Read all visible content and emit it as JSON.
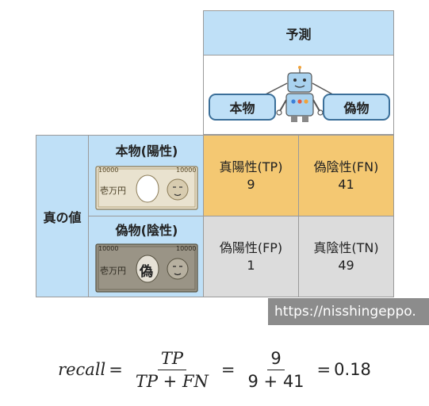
{
  "header": {
    "predict_label": "予測"
  },
  "predict_bubbles": {
    "left": "本物",
    "right": "偽物"
  },
  "truth_label": "真の値",
  "rows": [
    {
      "label": "本物(陽性)",
      "bill_text": "10000",
      "bill_kanji": "壱万円",
      "bill_mark": ""
    },
    {
      "label": "偽物(陰性)",
      "bill_text": "10000",
      "bill_kanji": "壱万円",
      "bill_mark": "偽"
    }
  ],
  "matrix": {
    "tp": {
      "label": "真陽性(TP)",
      "value": "9"
    },
    "fn": {
      "label": "偽陰性(FN)",
      "value": "41"
    },
    "fp": {
      "label": "偽陽性(FP)",
      "value": "1"
    },
    "tn": {
      "label": "真陰性(TN)",
      "value": "49"
    }
  },
  "watermark": "https://nisshingeppo.",
  "formula": {
    "lhs": "recall",
    "eq": "=",
    "sym_num": "TP",
    "sym_den": "TP + FN",
    "num": "9",
    "den": "9 + 41",
    "result": "0.18"
  },
  "colors": {
    "header_blue": "#bfe0f7",
    "positive_cell": "#f4c872",
    "negative_cell": "#dcdcdc",
    "bubble_border": "#3b6f99"
  }
}
